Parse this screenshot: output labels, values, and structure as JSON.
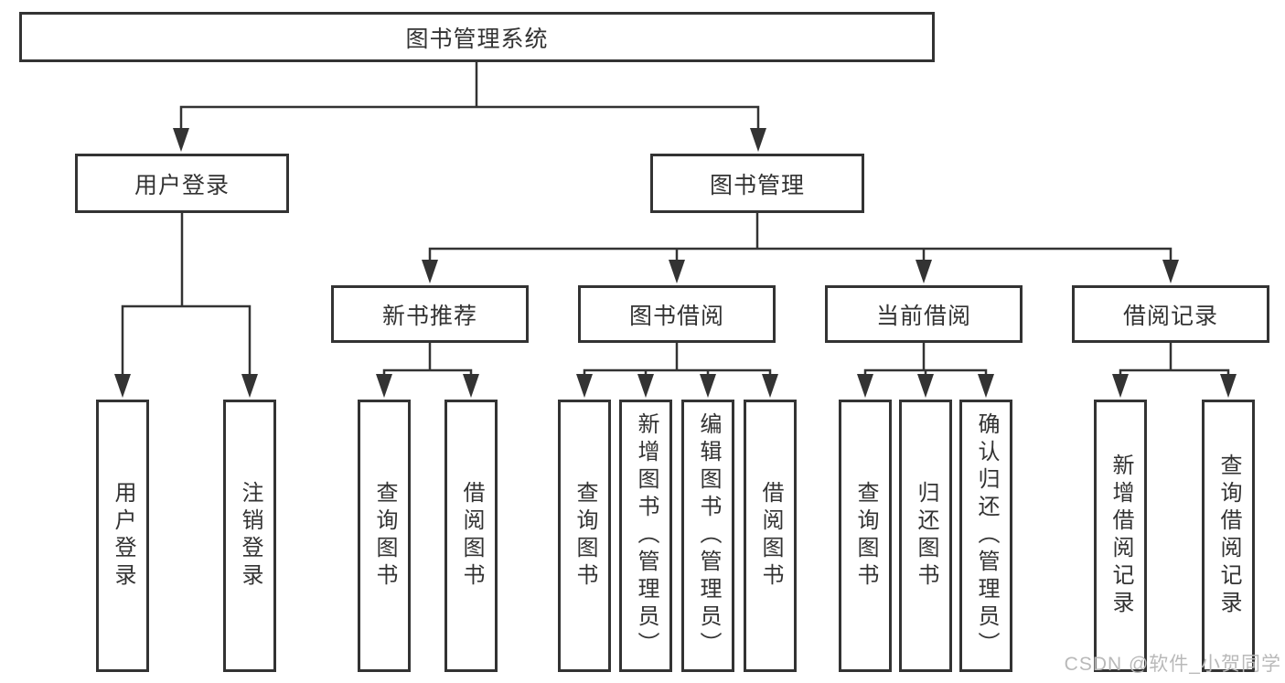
{
  "diagram": {
    "root": {
      "label": "图书管理系统"
    },
    "branches": [
      {
        "label": "用户登录",
        "children": [
          "用户登录",
          "注销登录"
        ]
      },
      {
        "label": "图书管理",
        "children": [
          {
            "label": "新书推荐",
            "children": [
              "查询图书",
              "借阅图书"
            ]
          },
          {
            "label": "图书借阅",
            "children": [
              "查询图书",
              "新增图书（管理员）",
              "编辑图书（管理员）",
              "借阅图书"
            ]
          },
          {
            "label": "当前借阅",
            "children": [
              "查询图书",
              "归还图书",
              "确认归还（管理员）"
            ]
          },
          {
            "label": "借阅记录",
            "children": [
              "新增借阅记录",
              "查询借阅记录"
            ]
          }
        ]
      }
    ],
    "colors": {
      "line": "#333333",
      "box_border": "#333333",
      "box_fill": "#ffffff",
      "text": "#333333",
      "watermark": "#b9b9b9",
      "background": "#ffffff"
    }
  },
  "watermark": {
    "text": "CSDN @软件_小贺同学"
  }
}
